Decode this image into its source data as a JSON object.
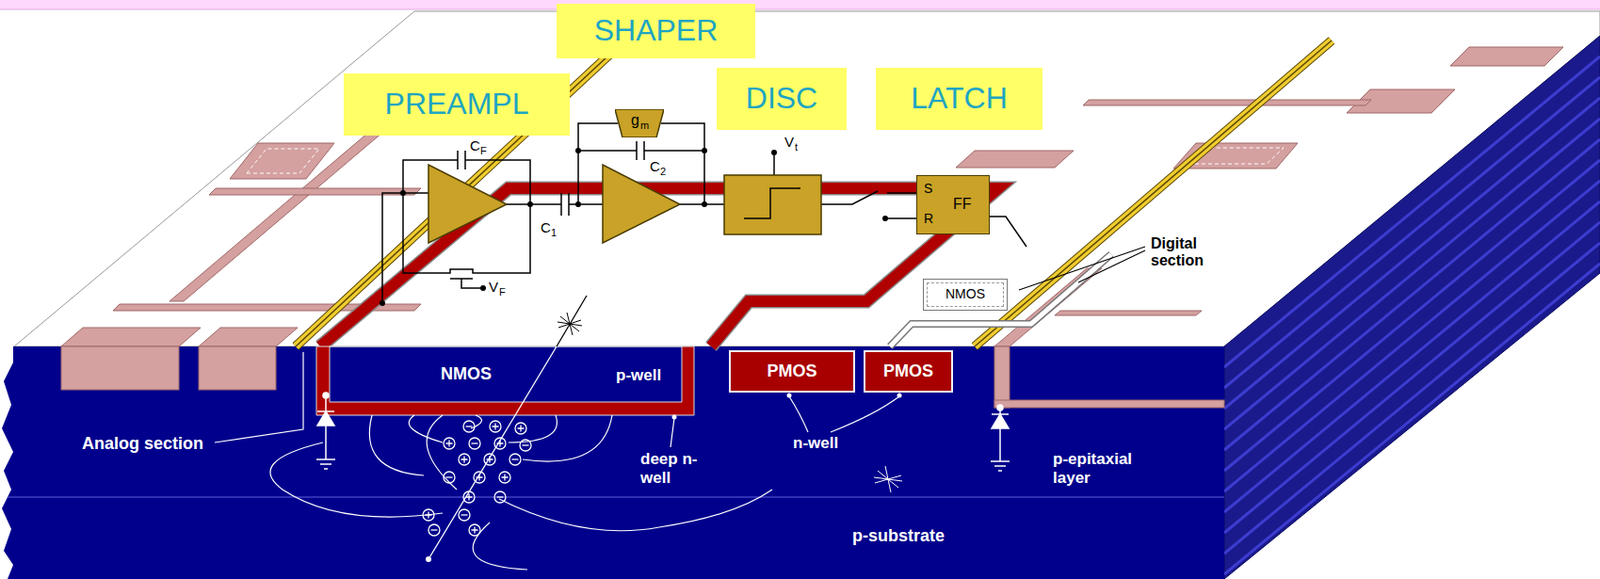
{
  "diagram": {
    "nodes": [
      {
        "text": [
          "SHAPER"
        ]
      },
      {
        "text": [
          "PREAMPL"
        ]
      },
      {
        "text": [
          "DISC"
        ]
      },
      {
        "text": [
          "LATCH"
        ]
      },
      {
        "text": [
          "g",
          "m"
        ]
      },
      {
        "text": [
          "S",
          "FF",
          "R"
        ]
      },
      {
        "text": [
          "NMOS"
        ]
      },
      {
        "text": [
          "NMOS",
          "p-well"
        ]
      },
      {
        "text": [
          "PMOS"
        ]
      },
      {
        "text": [
          "PMOS"
        ]
      }
    ],
    "labels": [
      "C",
      "F",
      "V",
      "F",
      "C",
      "1",
      "C",
      "2",
      "V",
      "t",
      "Digital section",
      "Analog section",
      "deep n-well",
      "n-well",
      "p-epitaxial layer",
      "p-substrate"
    ]
  }
}
